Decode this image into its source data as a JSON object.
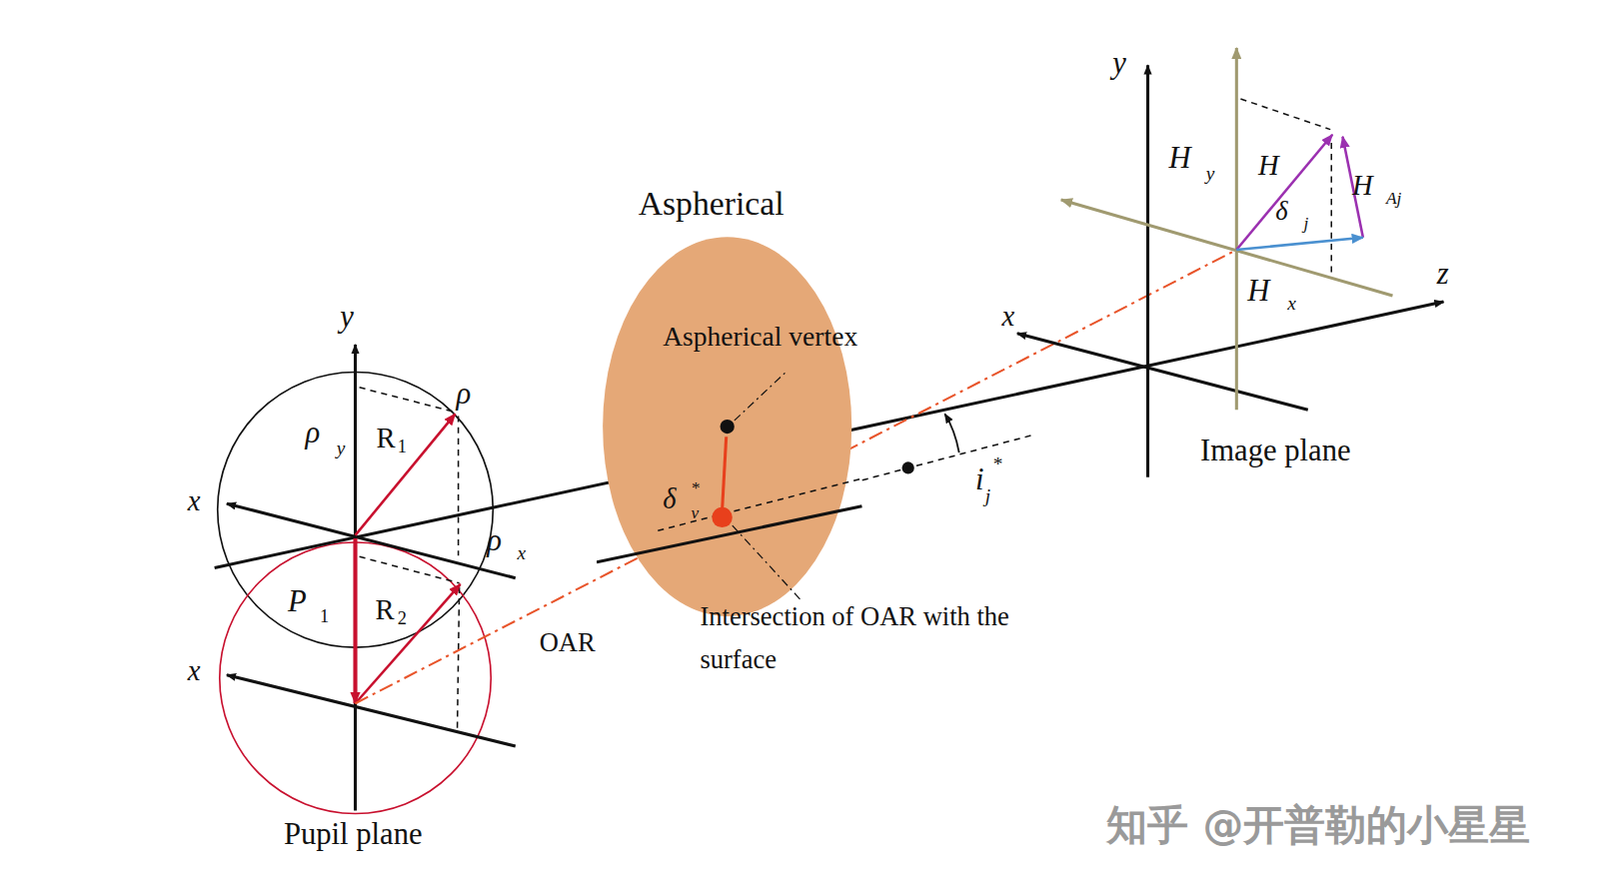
{
  "diagram": {
    "nodes": [
      {
        "text": [
          "Aspherical",
          "Aspherical vertex"
        ]
      }
    ],
    "labels": [
      "y",
      "x",
      "ρ⃗",
      "ρ⃗",
      "y",
      "R",
      "1",
      "ρ⃗",
      "x",
      "P⃗",
      "1",
      "R",
      "2",
      "x",
      "OAR",
      "Pupil plane",
      "δ⃗",
      "v",
      "*",
      "Intersection of OAR with the surface",
      "i",
      "j",
      "*",
      "x",
      "y",
      "z",
      "H⃗",
      "y",
      "H⃗",
      "δ⃗",
      "j",
      "H⃗",
      "Aj",
      "H⃗",
      "x",
      "Image plane",
      "知乎 @开普勒的小星星"
    ]
  }
}
